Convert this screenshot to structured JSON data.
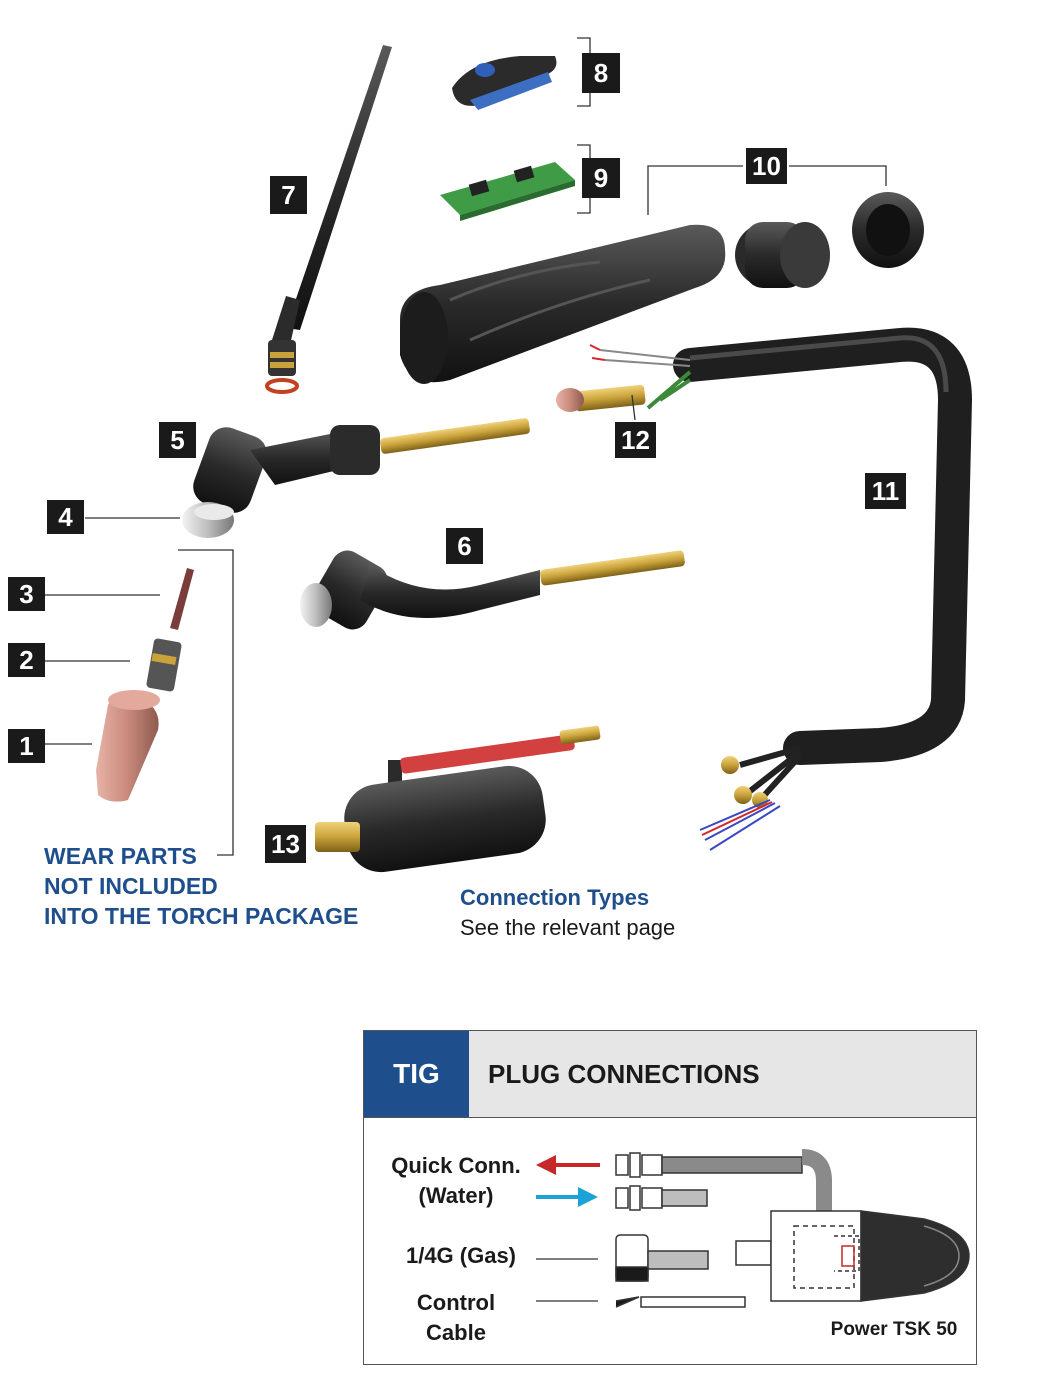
{
  "parts": {
    "p1": "1",
    "p2": "2",
    "p3": "3",
    "p4": "4",
    "p5": "5",
    "p6": "6",
    "p7": "7",
    "p8": "8",
    "p9": "9",
    "p10": "10",
    "p11": "11",
    "p12": "12",
    "p13": "13"
  },
  "wear_note": {
    "line1": "WEAR PARTS",
    "line2": "NOT INCLUDED",
    "line3": "INTO THE TORCH PACKAGE"
  },
  "connection_note": {
    "title": "Connection Types",
    "subtitle": "See the relevant page"
  },
  "plug_panel": {
    "tag": "TIG",
    "title": "PLUG CONNECTIONS",
    "quick_conn_line1": "Quick Conn.",
    "quick_conn_line2": "(Water)",
    "gas": "1/4G (Gas)",
    "control_line1": "Control",
    "control_line2": "Cable",
    "model": "Power TSK 50"
  },
  "colors": {
    "accent_blue": "#1f4e8c",
    "arrow_red": "#c62828",
    "arrow_cyan": "#1ba3d9",
    "part_dark": "#2b2b2b",
    "brass": "#c9a23a",
    "copper": "#c98a7c",
    "pcb_green": "#3f9b45"
  }
}
